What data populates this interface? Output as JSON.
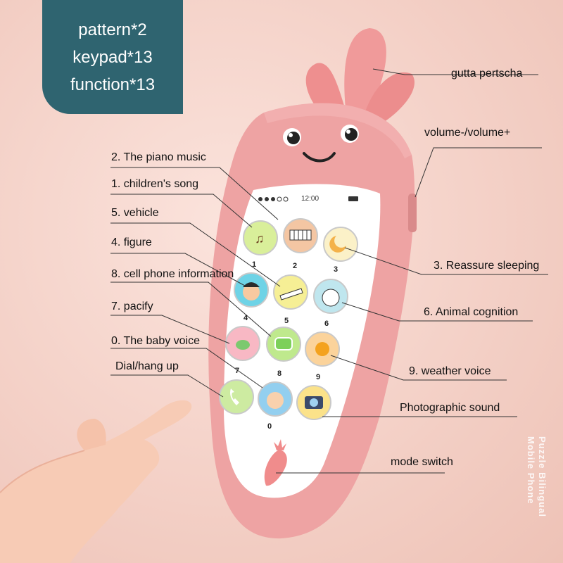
{
  "badge": {
    "line1": "pattern*2",
    "line2": "keypad*13",
    "line3": "function*13"
  },
  "labels": {
    "gutta": "gutta pertscha",
    "volume": "volume-/volume+",
    "piano": "2. The piano music",
    "song": "1. children's song",
    "vehicle": "5.  vehicle",
    "figure": "4.  figure",
    "cellinfo": "8. cell phone information",
    "pacify": "7.  pacify",
    "babyvoice": "0. The baby voice",
    "dial": "Dial/hang up",
    "reassure": "3. Reassure sleeping",
    "animal": "6. Animal cognition",
    "weather": "9.  weather voice",
    "photo": "Photographic sound",
    "mode": "mode switch"
  },
  "phone": {
    "clock": "12:00",
    "keys": [
      "1",
      "2",
      "3",
      "4",
      "5",
      "6",
      "7",
      "8",
      "9",
      "0"
    ]
  },
  "side_text": "Puzzle Bilingual Mobile Phone",
  "colors": {
    "badge": "#2f6470",
    "phone_body": "#eea3a3",
    "screen": "#ffffff"
  }
}
